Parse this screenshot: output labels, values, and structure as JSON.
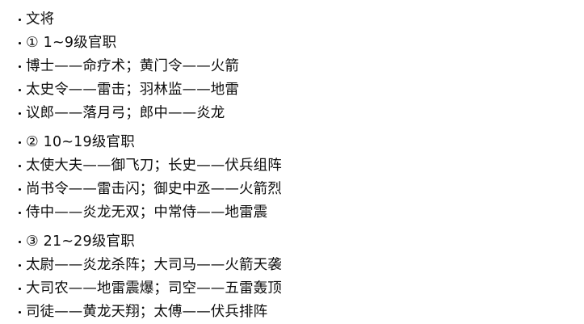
{
  "slide": {
    "background_color": "#ffffff",
    "text_color": "#0d0d0d",
    "bullet_glyph": "round-dot",
    "lines": [
      {
        "id": "line-title",
        "text": "文将",
        "group_start": false,
        "kind": "title"
      },
      {
        "id": "line-group-1",
        "text": "① 1~9级官职",
        "group_start": false,
        "kind": "group-heading"
      },
      {
        "id": "line-1-1",
        "text": "博士——命疗术；黄门令——火箭",
        "group_start": false,
        "kind": "entry"
      },
      {
        "id": "line-1-2",
        "text": "太史令——雷击；羽林监——地雷",
        "group_start": false,
        "kind": "entry"
      },
      {
        "id": "line-1-3",
        "text": "议郎——落月弓；郎中——炎龙",
        "group_start": false,
        "kind": "entry"
      },
      {
        "id": "line-group-2",
        "text": "② 10~19级官职",
        "group_start": true,
        "kind": "group-heading"
      },
      {
        "id": "line-2-1",
        "text": "太使大夫——御飞刀；长史——伏兵组阵",
        "group_start": false,
        "kind": "entry"
      },
      {
        "id": "line-2-2",
        "text": "尚书令——雷击闪；御史中丞——火箭烈",
        "group_start": false,
        "kind": "entry"
      },
      {
        "id": "line-2-3",
        "text": "侍中——炎龙无双；中常侍——地雷震",
        "group_start": false,
        "kind": "entry"
      },
      {
        "id": "line-group-3",
        "text": "③ 21~29级官职",
        "group_start": true,
        "kind": "group-heading"
      },
      {
        "id": "line-3-1",
        "text": "太尉——炎龙杀阵；大司马——火箭天袭",
        "group_start": false,
        "kind": "entry"
      },
      {
        "id": "line-3-2",
        "text": "大司农——地雷震爆；司空——五雷轰顶",
        "group_start": false,
        "kind": "entry"
      },
      {
        "id": "line-3-3",
        "text": "司徒——黄龙天翔；太傅——伏兵排阵",
        "group_start": false,
        "kind": "entry"
      }
    ]
  }
}
